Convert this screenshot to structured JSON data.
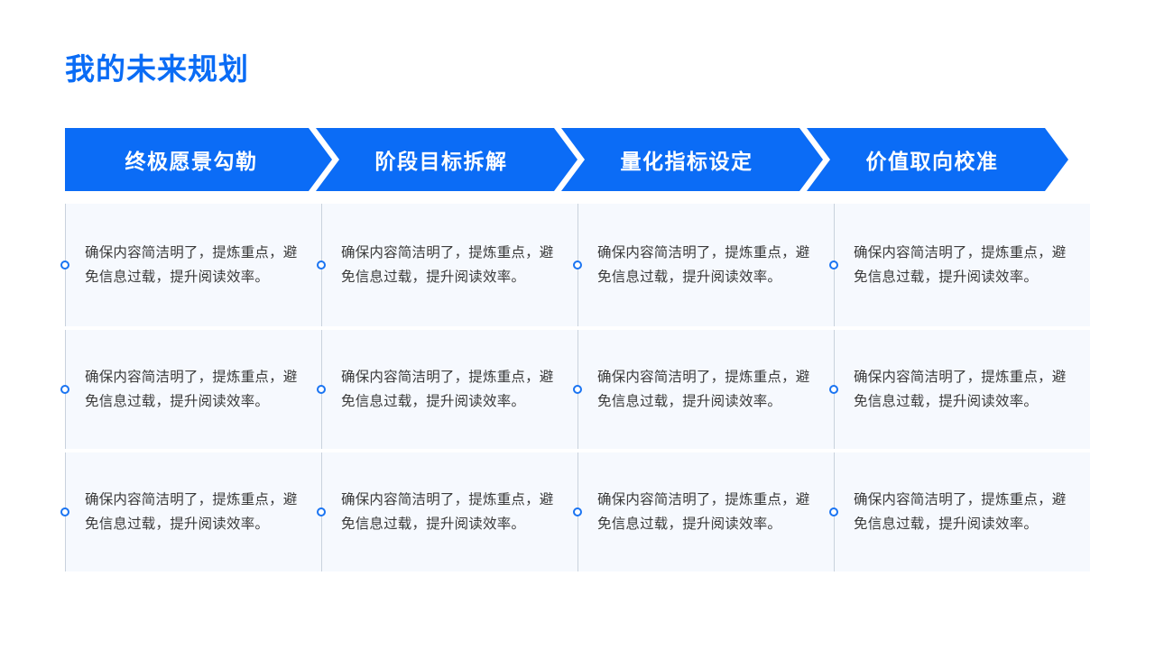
{
  "slide": {
    "title": "我的未来规划",
    "background_color": "#ffffff",
    "accent_color": "#0b6cf6",
    "title_color": "#0a6cf5",
    "marker_color": "#1a74f2",
    "cell_background": "#f6f9fe",
    "divider_color": "#c9d2dd"
  },
  "headers": [
    {
      "label": "终极愿景勾勒"
    },
    {
      "label": "阶段目标拆解"
    },
    {
      "label": "量化指标设定"
    },
    {
      "label": "价值取向校准"
    }
  ],
  "body": {
    "cell_text": "确保内容简洁明了，提炼重点，避免信息过载，提升阅读效率。",
    "rows": [
      {
        "cells": [
          "确保内容简洁明了，提炼重点，避免信息过载，提升阅读效率。",
          "确保内容简洁明了，提炼重点，避免信息过载，提升阅读效率。",
          "确保内容简洁明了，提炼重点，避免信息过载，提升阅读效率。",
          "确保内容简洁明了，提炼重点，避免信息过载，提升阅读效率。"
        ]
      },
      {
        "cells": [
          "确保内容简洁明了，提炼重点，避免信息过载，提升阅读效率。",
          "确保内容简洁明了，提炼重点，避免信息过载，提升阅读效率。",
          "确保内容简洁明了，提炼重点，避免信息过载，提升阅读效率。",
          "确保内容简洁明了，提炼重点，避免信息过载，提升阅读效率。"
        ]
      },
      {
        "cells": [
          "确保内容简洁明了，提炼重点，避免信息过载，提升阅读效率。",
          "确保内容简洁明了，提炼重点，避免信息过载，提升阅读效率。",
          "确保内容简洁明了，提炼重点，避免信息过载，提升阅读效率。",
          "确保内容简洁明了，提炼重点，避免信息过载，提升阅读效率。"
        ]
      }
    ]
  }
}
